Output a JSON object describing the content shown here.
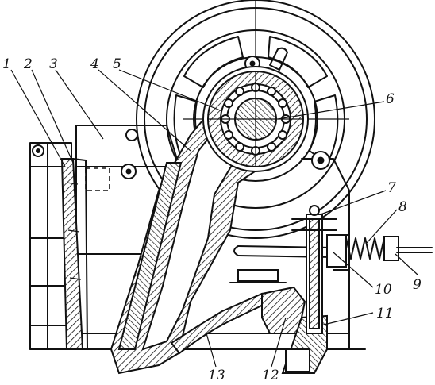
{
  "diagram": {
    "type": "technical-drawing",
    "subject": "jaw crusher cross-section",
    "ink_color": "#111111",
    "background": "#ffffff",
    "callouts": [
      {
        "id": "1",
        "label": "1"
      },
      {
        "id": "2",
        "label": "2"
      },
      {
        "id": "3",
        "label": "3"
      },
      {
        "id": "4",
        "label": "4"
      },
      {
        "id": "5",
        "label": "5"
      },
      {
        "id": "6",
        "label": "6"
      },
      {
        "id": "7",
        "label": "7"
      },
      {
        "id": "8",
        "label": "8"
      },
      {
        "id": "9",
        "label": "9"
      },
      {
        "id": "10",
        "label": "10"
      },
      {
        "id": "11",
        "label": "11"
      },
      {
        "id": "12",
        "label": "12"
      },
      {
        "id": "13",
        "label": "13"
      }
    ]
  }
}
